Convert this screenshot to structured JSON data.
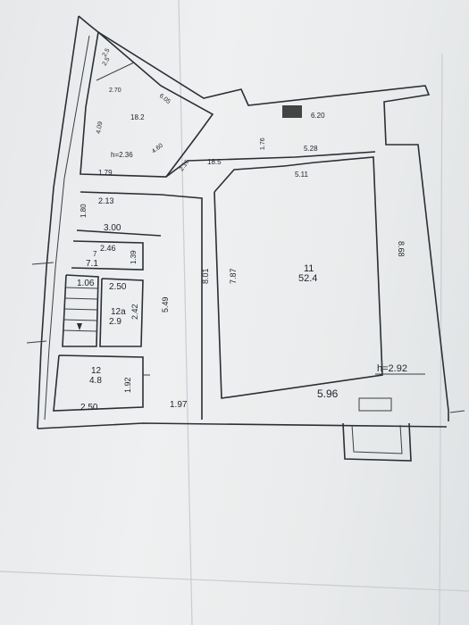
{
  "plan": {
    "room_large": {
      "number": "11",
      "area": "52.4"
    },
    "room_12": {
      "number": "12",
      "area": "4.8"
    },
    "room_12a": {
      "number": "12a",
      "area": "2.9"
    },
    "room_7": {
      "number": "7",
      "area": "7.1"
    },
    "corridor_area": "18.5",
    "tri_room_area": "18.2",
    "small_room_area": "2.5",
    "heights": {
      "main": "h=2.92",
      "left": "h=2.36"
    },
    "dimensions": {
      "d_5_96": "5.96",
      "d_8_68": "8.68",
      "d_8_01": "8.01",
      "d_7_87": "7.87",
      "d_5_49": "5.49",
      "d_1_97": "1.97",
      "d_2_50_bottom": "2.50",
      "d_1_92": "1.92",
      "d_2_42": "2.42",
      "d_2_50_mid": "2.50",
      "d_1_06": "1.06",
      "d_2_46": "2.46",
      "d_1_39": "1.39",
      "d_3_00": "3.00",
      "d_2_13": "2.13",
      "d_1_80": "1.80",
      "d_1_79": "1.79",
      "d_4_09": "4.09",
      "d_5_11": "5.11",
      "d_5_28": "5.28",
      "d_6_20": "6.20",
      "d_1_76": "1.76",
      "d_4_60": "4.60",
      "d_2_16": "2.16",
      "d_2_70": "2.70",
      "d_6_05": "6.05",
      "d_2_5": "2.5"
    }
  }
}
